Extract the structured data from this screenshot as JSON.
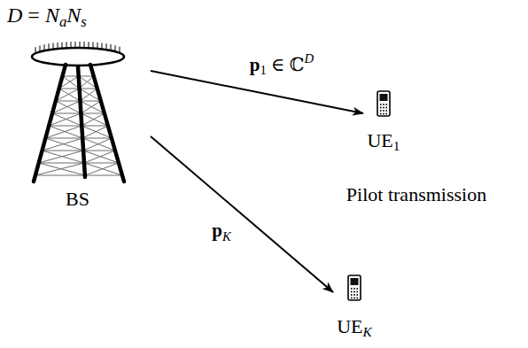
{
  "diagram": {
    "nodes": [
      {
        "text": [
          "D = NaNs",
          "BS"
        ]
      },
      {
        "text": [
          "UE1"
        ]
      },
      {
        "text": [
          "UEK"
        ]
      }
    ],
    "edges": [
      {
        "from": 0,
        "to": 1,
        "arrow": "to",
        "label": "p1 ∈ ℂD"
      },
      {
        "from": 0,
        "to": 2,
        "arrow": "to",
        "label": "pK"
      }
    ],
    "labels": [
      "Pilot transmission"
    ]
  }
}
